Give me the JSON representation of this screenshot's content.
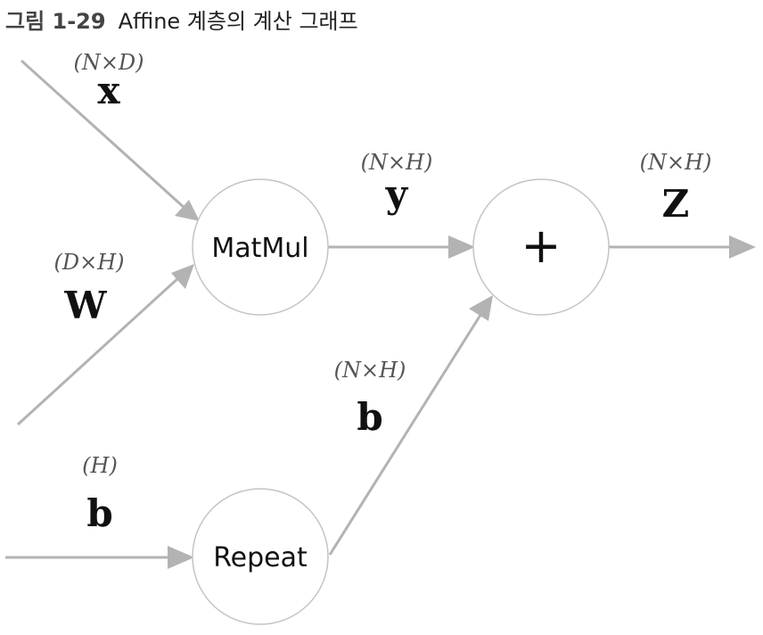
{
  "caption": {
    "number": "그림 1-29",
    "text": "Affine 계층의 계산 그래프"
  },
  "nodes": {
    "matmul": "MatMul",
    "add": "+",
    "repeat": "Repeat"
  },
  "edges": {
    "x": {
      "shape": "(N×D)",
      "var": "x"
    },
    "W": {
      "shape": "(D×H)",
      "var": "W"
    },
    "b_in": {
      "shape": "(H)",
      "var": "b"
    },
    "y": {
      "shape": "(N×H)",
      "var": "y"
    },
    "b_rep": {
      "shape": "(N×H)",
      "var": "b"
    },
    "z": {
      "shape": "(N×H)",
      "var": "z"
    }
  },
  "colors": {
    "edge": "#b3b3b3",
    "node_border": "#c4c4c4"
  }
}
